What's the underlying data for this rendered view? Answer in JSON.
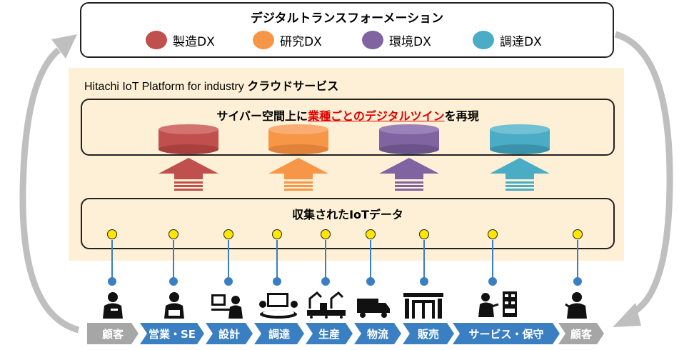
{
  "dx": {
    "title": "デジタルトランスフォーメーション",
    "items": [
      {
        "label": "製造DX",
        "color": "#c0504d"
      },
      {
        "label": "研究DX",
        "color": "#f79646"
      },
      {
        "label": "環境DX",
        "color": "#8064a2"
      },
      {
        "label": "調達DX",
        "color": "#4bacc6"
      }
    ]
  },
  "platform": {
    "title_en": "Hitachi IoT Platform for industry ",
    "title_jp": "クラウドサービス",
    "twin_prefix": "サイバー空間上に",
    "twin_highlight": "業種ごとのデジタルツイン",
    "twin_suffix": "を再現",
    "data_title": "収集されたIoTデータ",
    "background": "#fdf0d6"
  },
  "chain": {
    "steps": [
      "顧客",
      "営業・SE",
      "設計",
      "調達",
      "生産",
      "物流",
      "販売",
      "サービス・保守",
      "顧客"
    ],
    "end_color": "#a6a6a6",
    "mid_color": "#3a7fc1"
  },
  "icons": [
    "customer-icon",
    "sales-icon",
    "design-icon",
    "procurement-icon",
    "production-icon",
    "logistics-icon",
    "sales-store-icon",
    "service-icon",
    "customer-icon"
  ]
}
